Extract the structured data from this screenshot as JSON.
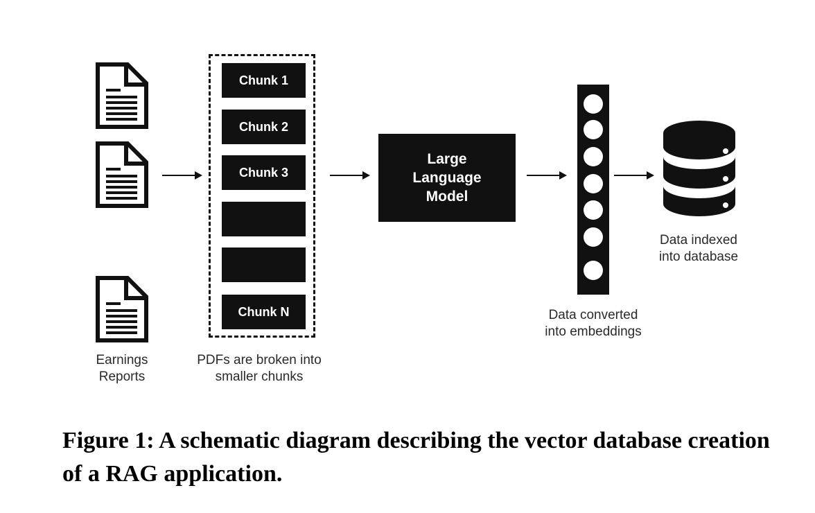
{
  "diagram": {
    "documents_label": "Earnings\nReports",
    "chunks_label": "PDFs are broken into\nsmaller chunks",
    "chunks": [
      "Chunk 1",
      "Chunk 2",
      "Chunk 3",
      "",
      "",
      "Chunk N"
    ],
    "llm_label": "Large\nLanguage\nModel",
    "embeddings_label": "Data converted\ninto embeddings",
    "database_label": "Data indexed\ninto database"
  },
  "caption": "Figure 1: A schematic diagram describing the vector database creation of a RAG application."
}
